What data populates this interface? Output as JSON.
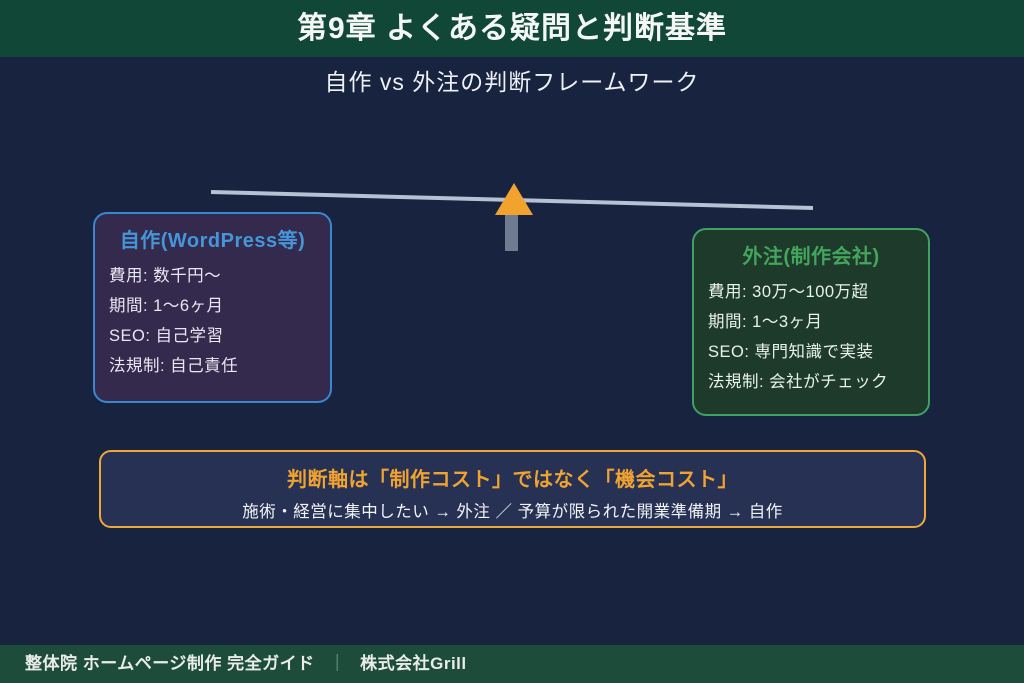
{
  "header": {
    "title": "第9章 よくある疑問と判断基準"
  },
  "subtitle": "自作 vs 外注の判断フレームワーク",
  "diy_card": {
    "title": "自作(WordPress等)",
    "items": [
      "費用: 数千円〜",
      "期間: 1〜6ヶ月",
      "SEO: 自己学習",
      "法規制: 自己責任"
    ]
  },
  "outsource_card": {
    "title": "外注(制作会社)",
    "items": [
      "費用: 30万〜100万超",
      "期間: 1〜3ヶ月",
      "SEO: 専門知識で実装",
      "法規制: 会社がチェック"
    ]
  },
  "verdict": {
    "title": "判断軸は「制作コスト」ではなく「機会コスト」",
    "detail": "施術・経営に集中したい → 外注 ／ 予算が限られた開業準備期 → 自作"
  },
  "footer": {
    "guide": "整体院 ホームページ制作 完全ガイド",
    "separator": "｜",
    "company": "株式会社Grill"
  },
  "colors": {
    "header_bg": "#114737",
    "footer_bg": "#1d4c3a",
    "page_bg": "#182340",
    "beam": "#b6c2d4",
    "fulcrum": "#f2a32e",
    "post": "#6e7b91",
    "diy_accent": "#4596d9",
    "diy_border": "#3c86cd",
    "diy_bg": "#332a4e",
    "outsource_accent": "#44a55c",
    "outsource_border": "#3fa164",
    "outsource_bg": "#1d3a2b",
    "verdict_accent": "#f0a330",
    "verdict_border": "#eda83d"
  }
}
